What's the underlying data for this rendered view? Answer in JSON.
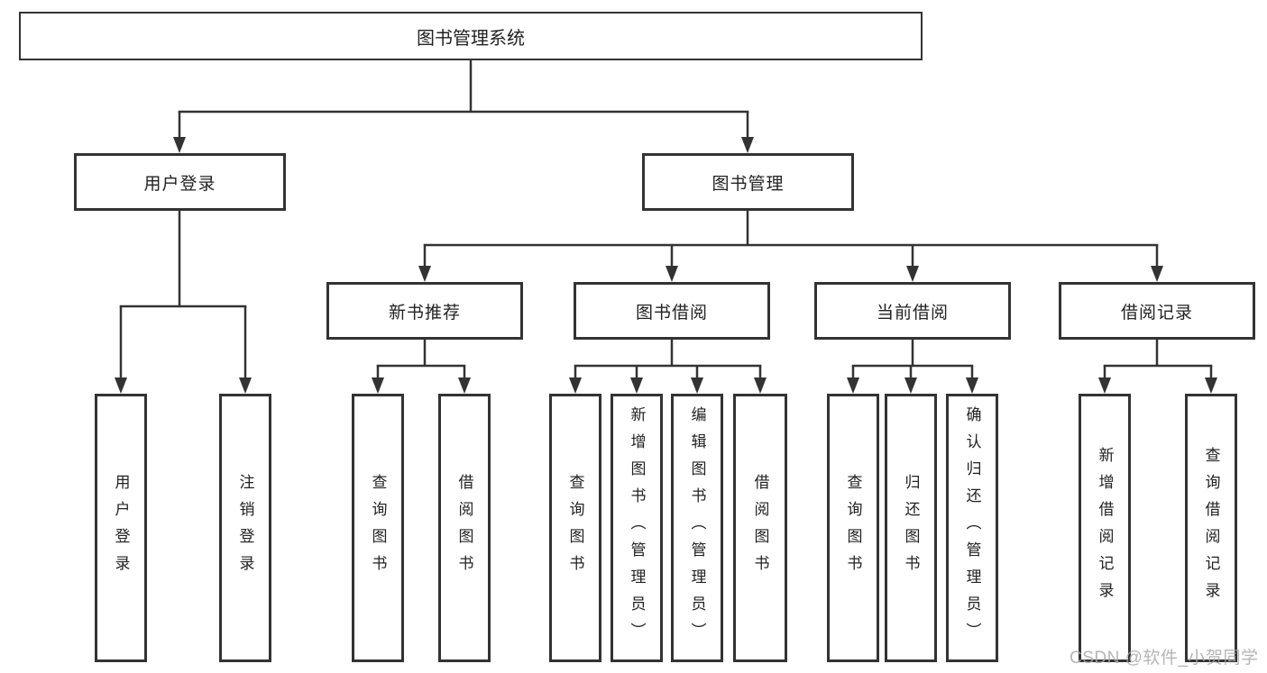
{
  "colors": {
    "line": "#333333",
    "box_border": "#333333",
    "text": "#222222",
    "background": "#ffffff",
    "box_background": "#ffffff",
    "watermark": "#a9a9a9"
  },
  "diagram": {
    "root": {
      "label": "图书管理系统"
    },
    "branches": [
      {
        "label": "用户登录",
        "children": [
          {
            "label": "用户登录"
          },
          {
            "label": "注销登录"
          }
        ]
      },
      {
        "label": "图书管理",
        "children": [
          {
            "label": "新书推荐",
            "children": [
              {
                "label": "查询图书"
              },
              {
                "label": "借阅图书"
              }
            ]
          },
          {
            "label": "图书借阅",
            "children": [
              {
                "label": "查询图书"
              },
              {
                "label": "新增图书（管理员）"
              },
              {
                "label": "编辑图书（管理员）"
              },
              {
                "label": "借阅图书"
              }
            ]
          },
          {
            "label": "当前借阅",
            "children": [
              {
                "label": "查询图书"
              },
              {
                "label": "归还图书"
              },
              {
                "label": "确认归还（管理员）"
              }
            ]
          },
          {
            "label": "借阅记录",
            "children": [
              {
                "label": "新增借阅记录"
              },
              {
                "label": "查询借阅记录"
              }
            ]
          }
        ]
      }
    ]
  },
  "watermark": {
    "text": "CSDN @软件_小贺同学"
  }
}
